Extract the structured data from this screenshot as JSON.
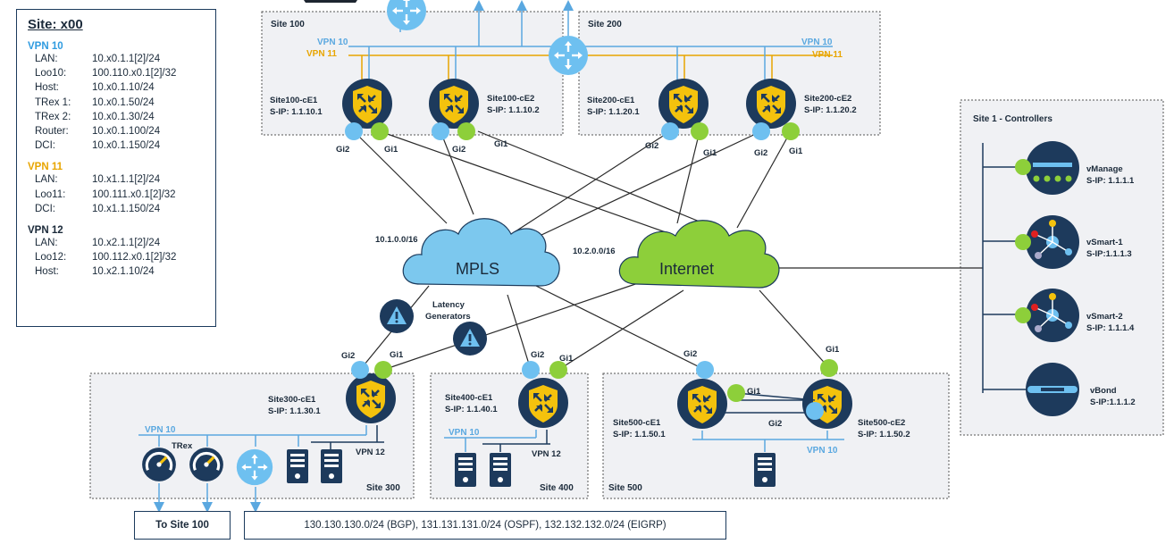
{
  "site_panel": {
    "title": "Site: x00",
    "vpn10": {
      "heading": "VPN 10",
      "rows": [
        {
          "k": "LAN:",
          "v": "10.x0.1.1[2]/24"
        },
        {
          "k": "Loo10:",
          "v": "100.110.x0.1[2]/32"
        },
        {
          "k": "Host:",
          "v": "10.x0.1.10/24"
        },
        {
          "k": "TRex 1:",
          "v": "10.x0.1.50/24"
        },
        {
          "k": "TRex 2:",
          "v": "10.x0.1.30/24"
        },
        {
          "k": "Router:",
          "v": "10.x0.1.100/24"
        },
        {
          "k": "DCI:",
          "v": "10.x0.1.150/24"
        }
      ]
    },
    "vpn11": {
      "heading": "VPN 11",
      "rows": [
        {
          "k": "LAN:",
          "v": "10.x1.1.1[2]/24"
        },
        {
          "k": "Loo11:",
          "v": "100.111.x0.1[2]/32"
        },
        {
          "k": "DCI:",
          "v": "10.x1.1.150/24"
        }
      ]
    },
    "vpn12": {
      "heading": "VPN 12",
      "rows": [
        {
          "k": "LAN:",
          "v": "10.x2.1.1[2]/24"
        },
        {
          "k": "Loo12:",
          "v": "100.112.x0.1[2]/32"
        },
        {
          "k": "Host:",
          "v": "10.x2.1.10/24"
        }
      ]
    }
  },
  "sites": {
    "site100": "Site 100",
    "site200": "Site 200",
    "site300": "Site 300",
    "site400": "Site 400",
    "site500": "Site 500",
    "controllers": "Site 1 - Controllers"
  },
  "vpn_labels": {
    "vpn10": "VPN 10",
    "vpn11": "VPN 11",
    "vpn12": "VPN 12"
  },
  "routers": {
    "s100ce1": {
      "name": "Site100-cE1",
      "ip": "S-IP: 1.1.10.1"
    },
    "s100ce2": {
      "name": "Site100-cE2",
      "ip": "S-IP: 1.1.10.2"
    },
    "s200ce1": {
      "name": "Site200-cE1",
      "ip": "S-IP: 1.1.20.1"
    },
    "s200ce2": {
      "name": "Site200-cE2",
      "ip": "S-IP: 1.1.20.2"
    },
    "s300ce1": {
      "name": "Site300-cE1",
      "ip": "S-IP: 1.1.30.1"
    },
    "s400ce1": {
      "name": "Site400-cE1",
      "ip": "S-IP: 1.1.40.1"
    },
    "s500ce1": {
      "name": "Site500-cE1",
      "ip": "S-IP: 1.1.50.1"
    },
    "s500ce2": {
      "name": "Site500-cE2",
      "ip": "S-IP: 1.1.50.2"
    }
  },
  "interfaces": {
    "gi1": "Gi1",
    "gi2": "Gi2"
  },
  "clouds": {
    "mpls": "MPLS",
    "internet": "Internet",
    "mpls_subnet": "10.1.0.0/16",
    "internet_subnet": "10.2.0.0/16"
  },
  "latency": {
    "line1": "Latency",
    "line2": "Generators"
  },
  "trex_label": "TRex",
  "controllers": {
    "vmanage": {
      "name": "vManage",
      "ip": "S-IP: 1.1.1.1"
    },
    "vsmart1": {
      "name": "vSmart-1",
      "ip": "S-IP:1.1.1.3"
    },
    "vsmart2": {
      "name": "vSmart-2",
      "ip": "S-IP: 1.1.1.4"
    },
    "vbond": {
      "name": "vBond",
      "ip": "S-IP:1.1.1.2"
    }
  },
  "bottom": {
    "to_site100": "To Site 100",
    "prefixes": "130.130.130.0/24 (BGP), 131.131.131.0/24 (OSPF), 132.132.132.0/24 (EIGRP)"
  },
  "colors": {
    "vpn10": "#5aa8e0",
    "vpn11": "#e8a500",
    "router_fill": "#1d3a5c",
    "shield": "#f4c20d",
    "mpls_cloud": "#7cc8ee",
    "internet_cloud": "#8dcf3a"
  }
}
